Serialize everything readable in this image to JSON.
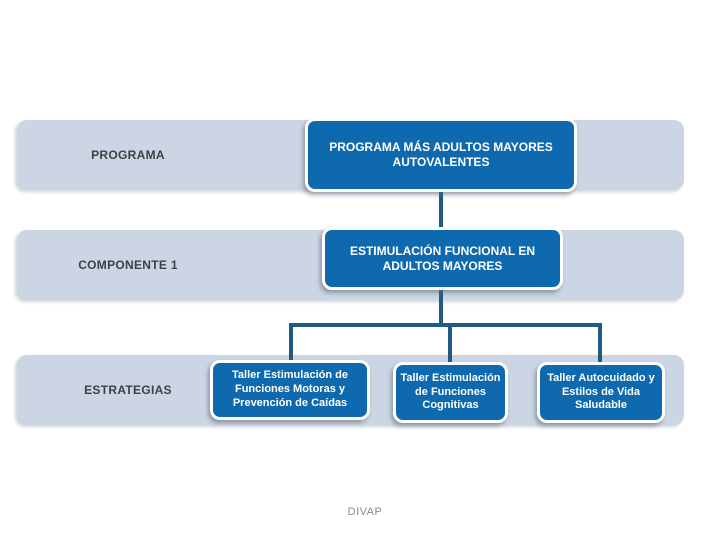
{
  "diagram": {
    "type": "hierarchy",
    "rows": [
      {
        "label": "PROGRAMA",
        "box": "PROGRAMA MÁS ADULTOS MAYORES AUTOVALENTES"
      },
      {
        "label": "COMPONENTE 1",
        "box": "ESTIMULACIÓN FUNCIONAL EN ADULTOS MAYORES"
      },
      {
        "label": "ESTRATEGIAS",
        "boxes": [
          "Taller Estimulación de Funciones Motoras y Prevención de Caídas",
          "Taller Estimulación de Funciones Cognitivas",
          "Taller Autocuidado y Estilos de Vida Saludable"
        ]
      }
    ]
  },
  "footer": {
    "text": "DIVAP"
  },
  "colors": {
    "band_background": "#cbd5e3",
    "node_fill": "#0f69af",
    "node_border": "#ffffff",
    "node_text": "#ffffff",
    "connector": "#1e5c82",
    "label_text": "#404040",
    "footer_text": "#8c8c8c",
    "page_background": "#ffffff"
  }
}
